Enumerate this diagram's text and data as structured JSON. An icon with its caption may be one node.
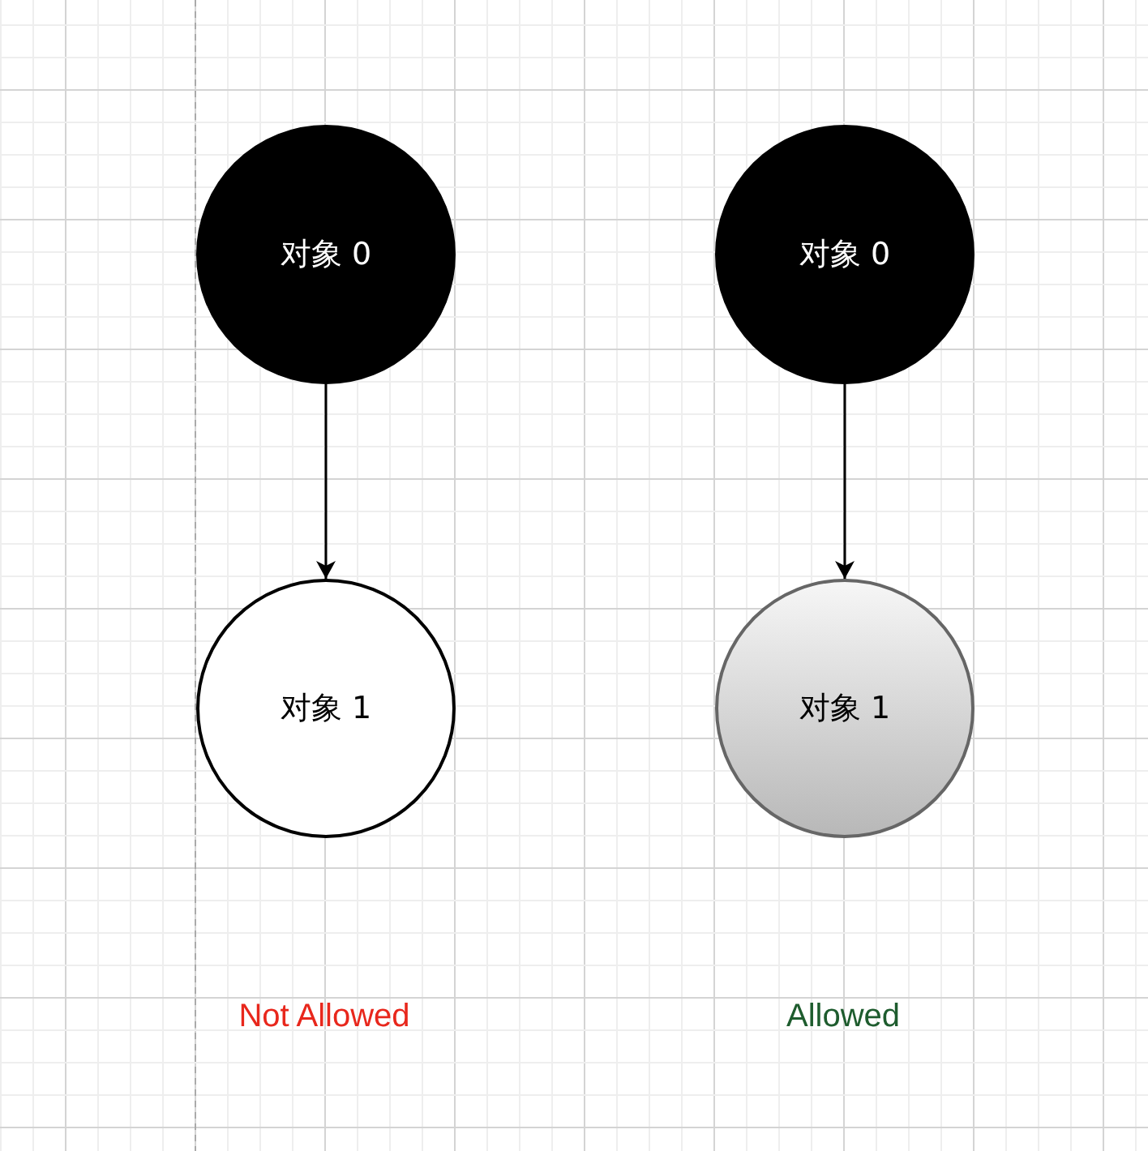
{
  "diagram": {
    "nodes": [
      {
        "text": [
          "对象 0"
        ]
      },
      {
        "text": [
          "对象 1"
        ]
      },
      {
        "text": [
          "对象 0"
        ]
      },
      {
        "text": [
          "对象 1"
        ]
      }
    ],
    "edges": [
      {
        "from": 0,
        "to": 1,
        "arrow": "to"
      },
      {
        "from": 2,
        "to": 3,
        "arrow": "to"
      }
    ],
    "labels": [
      "Not Allowed",
      "Allowed"
    ]
  }
}
